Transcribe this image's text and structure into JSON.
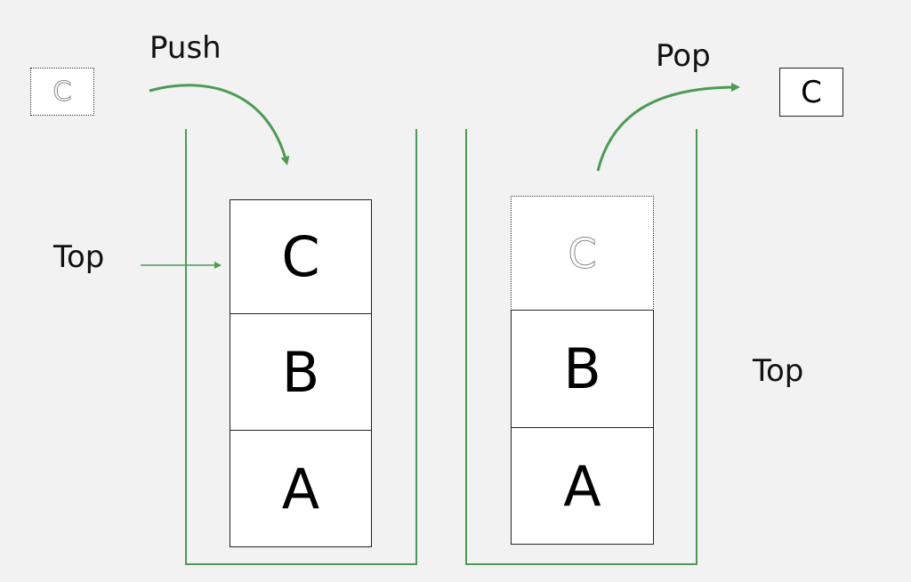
{
  "colors": {
    "background": "#f2f2f2",
    "accent_green": "#4e9a55",
    "box_border": "#222222",
    "text": "#111111"
  },
  "push": {
    "label": "Push",
    "incoming_element": "C"
  },
  "pop": {
    "label": "Pop",
    "outgoing_element": "C"
  },
  "left_stack": {
    "top_label": "Top",
    "cells": [
      "C",
      "B",
      "A"
    ]
  },
  "right_stack": {
    "top_label": "Top",
    "removed_cell": "C",
    "cells": [
      "B",
      "A"
    ]
  }
}
